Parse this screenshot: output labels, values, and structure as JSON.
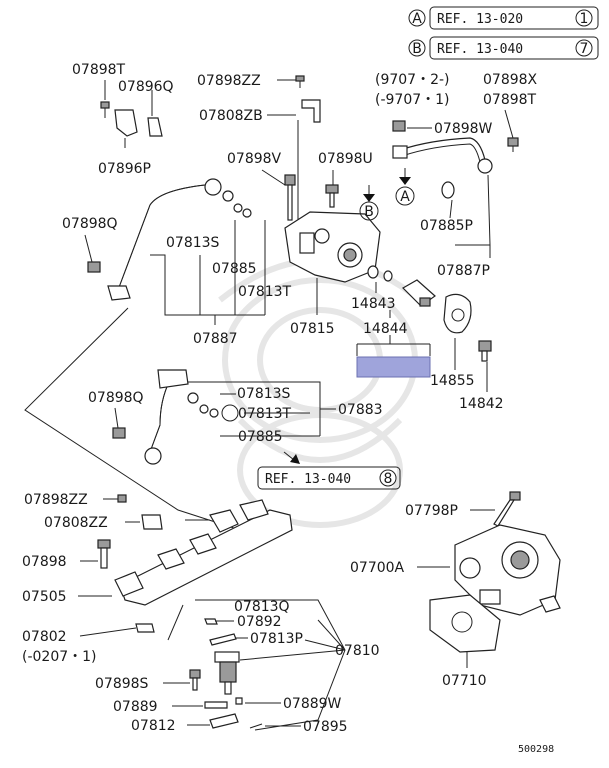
{
  "legend": {
    "a": {
      "letter": "A",
      "text": "REF. 13-020",
      "num": "1"
    },
    "b": {
      "letter": "B",
      "text": "REF. 13-040",
      "num": "7"
    }
  },
  "callout": {
    "text": "REF. 13-040",
    "num": "8"
  },
  "markers": {
    "a": "A",
    "b": "B"
  },
  "labels": {
    "p07898T_top": "07898T",
    "p07896Q": "07896Q",
    "p07896P": "07896P",
    "p07898ZZ_top": "07898ZZ",
    "p07808ZB": "07808ZB",
    "p9707_2": "(9707・2-)",
    "p07898X": "07898X",
    "p9707_1": "(-9707・1)",
    "p07898T_right": "07898T",
    "p07898W": "07898W",
    "p07898V": "07898V",
    "p07898U": "07898U",
    "p07885P": "07885P",
    "p07887P": "07887P",
    "p07898Q_top": "07898Q",
    "p07813S_top": "07813S",
    "p07885_top": "07885",
    "p07813T_top": "07813T",
    "p14843": "14843",
    "p07887": "07887",
    "p07815": "07815",
    "p14844": "14844",
    "p14855": "14855",
    "p14842": "14842",
    "p07898Q_mid": "07898Q",
    "p07813S_mid": "07813S",
    "p07813T_mid": "07813T",
    "p07883": "07883",
    "p07885_mid": "07885",
    "p07898ZZ_mid": "07898ZZ",
    "p07808ZZ": "07808ZZ",
    "p07798P": "07798P",
    "p07898": "07898",
    "p07700A": "07700A",
    "p07505": "07505",
    "p07813Q": "07813Q",
    "p07802": "07802",
    "p07892": "07892",
    "p0207_1": "(-0207・1)",
    "p07813P": "07813P",
    "p07810": "07810",
    "p07898S": "07898S",
    "p07710": "07710",
    "p07889": "07889",
    "p07889W": "07889W",
    "p07812": "07812",
    "p07895": "07895"
  },
  "diagram_code": "500298",
  "highlight_color": "#9fa4db"
}
